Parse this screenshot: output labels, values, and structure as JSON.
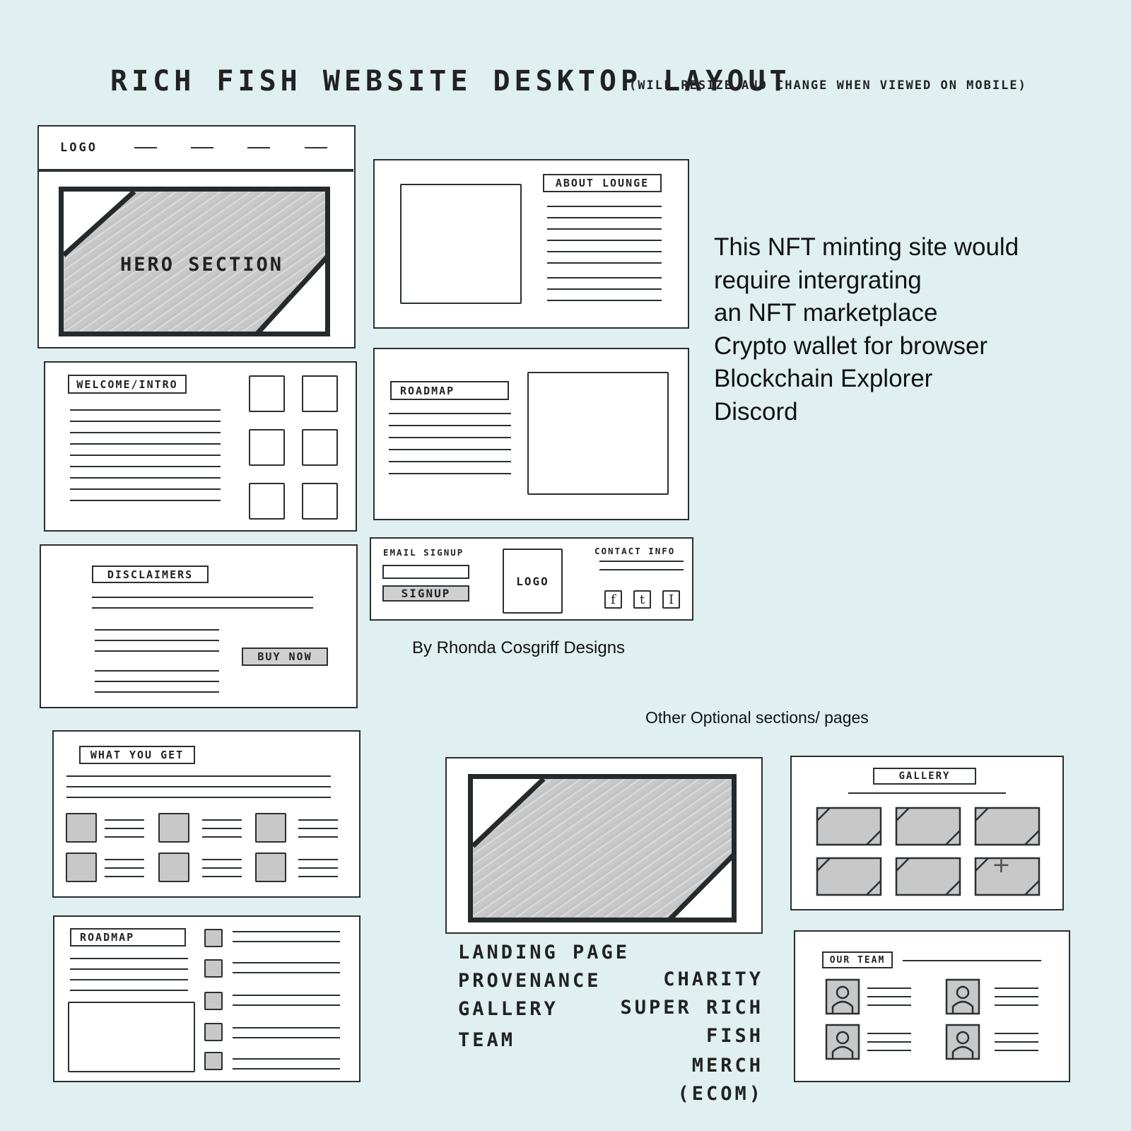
{
  "title": "RICH FISH WEBSITE DESKTOP LAYOUT",
  "subtitle": "(WILL RESIZE AND CHANGE WHEN VIEWED ON MOBILE)",
  "nav": {
    "logo": "LOGO"
  },
  "hero": {
    "label": "HERO SECTION"
  },
  "about": {
    "label": "ABOUT LOUNGE"
  },
  "welcome": {
    "label": "WELCOME/INTRO"
  },
  "roadmap1": {
    "label": "ROADMAP"
  },
  "disclaimers": {
    "label": "DISCLAIMERS",
    "buy_label": "BUY NOW"
  },
  "footer": {
    "email_label": "EMAIL SIGNUP",
    "signup_label": "SIGNUP",
    "logo": "LOGO",
    "contact_label": "CONTACT INFO",
    "socials": [
      {
        "icon": "facebook-icon",
        "glyph": "f"
      },
      {
        "icon": "tumblr-icon",
        "glyph": "t"
      },
      {
        "icon": "instagram-icon",
        "glyph": "I"
      }
    ]
  },
  "notes": {
    "lines": [
      "This NFT minting site would",
      "require intergrating",
      "an NFT marketplace",
      "Crypto wallet for browser",
      "Blockchain Explorer",
      "Discord"
    ],
    "credit": "By Rhonda Cosgriff Designs",
    "optional_heading": "Other Optional sections/ pages"
  },
  "what_you_get": {
    "label": "WHAT YOU GET"
  },
  "roadmap2": {
    "label": "ROADMAP"
  },
  "gallery": {
    "label": "GALLERY",
    "add_glyph": "+"
  },
  "team": {
    "label": "OUR TEAM"
  },
  "optional_pages": {
    "left": [
      "LANDING PAGE",
      "PROVENANCE",
      "GALLERY",
      "TEAM"
    ],
    "right": [
      "CHARITY",
      "SUPER RICH FISH",
      "MERCH (ECOM)"
    ]
  },
  "colors": {
    "background": "#e0eff0",
    "ink": "#2a2f33",
    "shade": "#c8c8c8"
  }
}
